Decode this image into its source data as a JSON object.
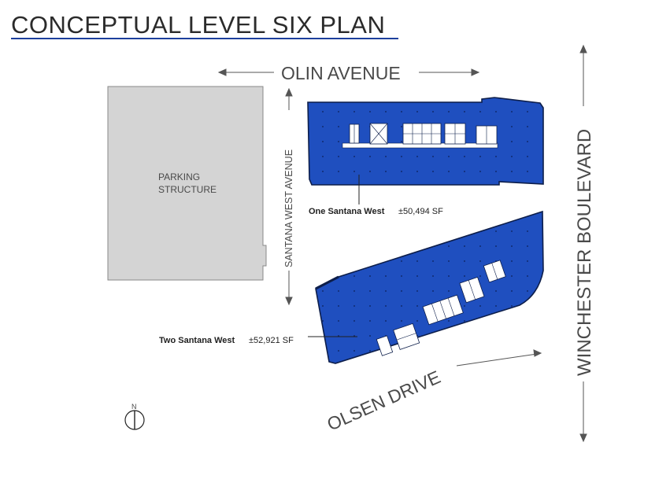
{
  "title": "CONCEPTUAL LEVEL SIX PLAN",
  "colors": {
    "building": "#1f4fbf",
    "parking": "#d4d4d4",
    "outline": "#222222",
    "core": "#ffffff",
    "title_rule": "#1c3f9c"
  },
  "streets": {
    "north": "OLIN AVENUE",
    "west": "SANTANA WEST AVENUE",
    "east": "WINCHESTER  BOULEVARD",
    "south": "OLSEN  DRIVE"
  },
  "parking": {
    "line1": "PARKING",
    "line2": "STRUCTURE"
  },
  "buildings": [
    {
      "name": "One Santana West",
      "area": "±50,494 SF"
    },
    {
      "name": "Two Santana West",
      "area": "±52,921 SF"
    }
  ],
  "compass": {
    "label": "N",
    "icon": "north-arrow-icon"
  }
}
